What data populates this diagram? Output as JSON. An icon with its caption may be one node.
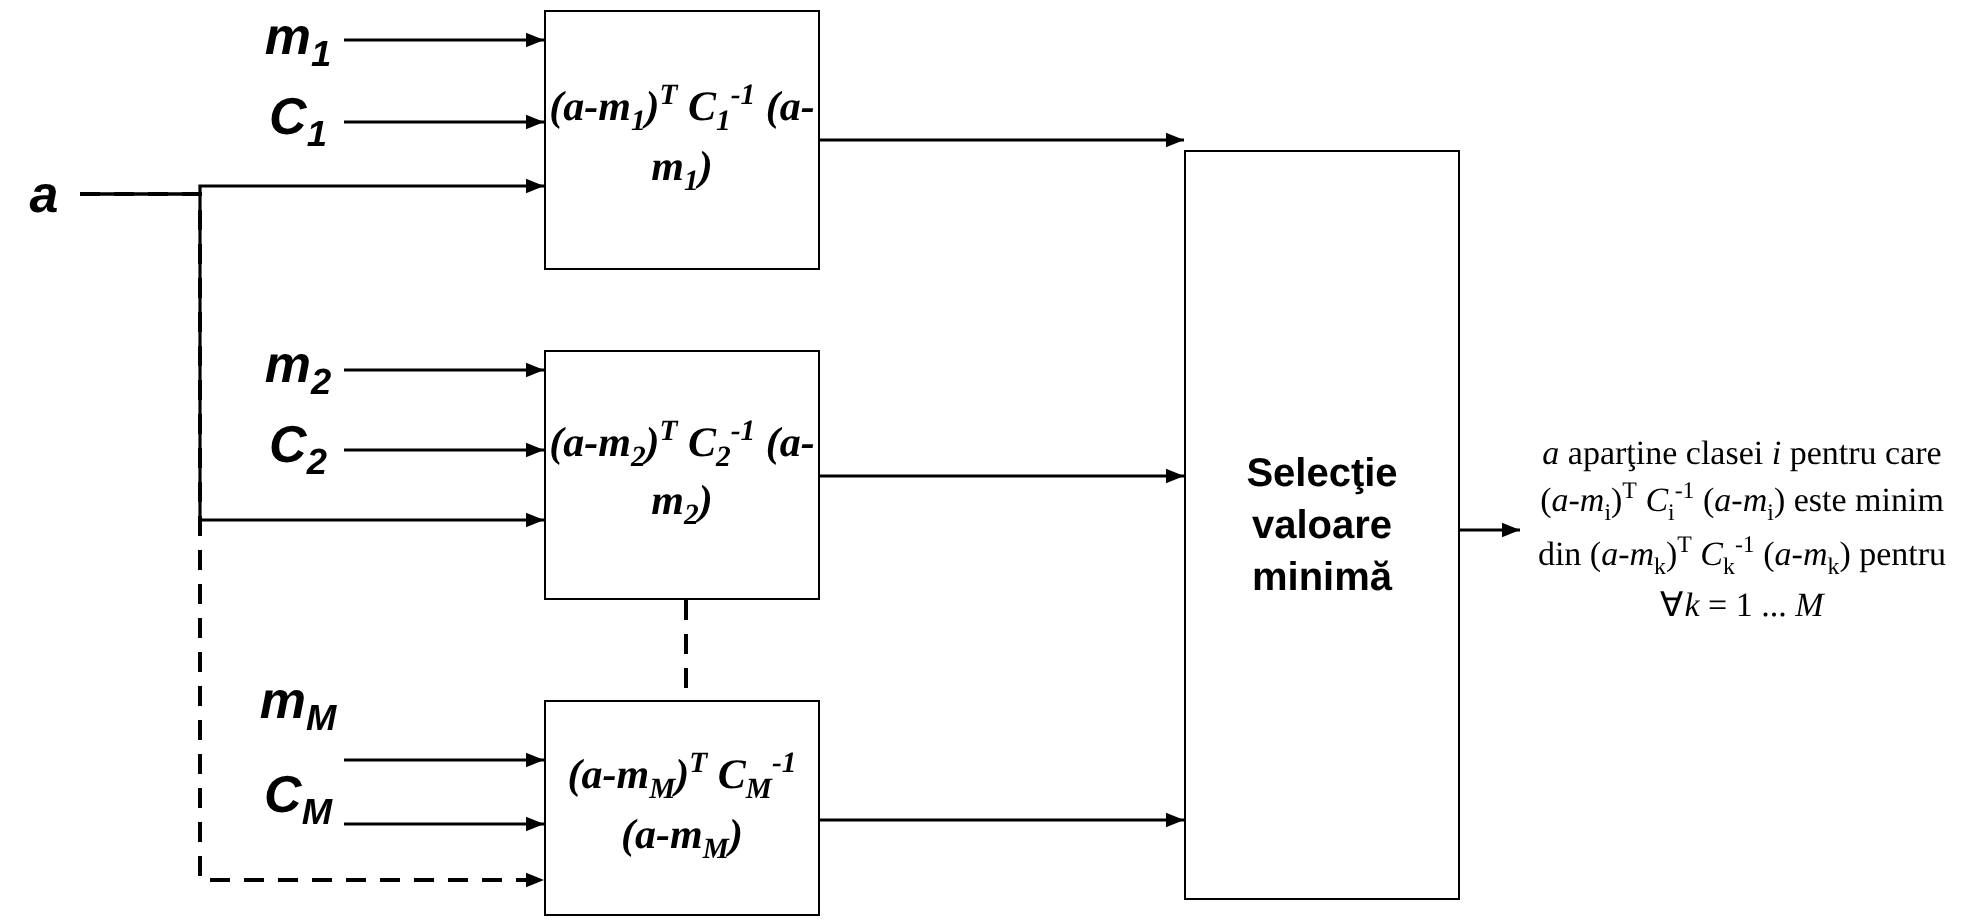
{
  "diagram": {
    "nodes": [
      {
        "text": [
          "m$_{1}$"
        ]
      },
      {
        "text": [
          "C$_{1}$"
        ]
      },
      {
        "text": [
          "a"
        ]
      },
      {
        "text": [
          "(a-m$_{1}$)$^{T}$ C$_{1}$$^{-1}$ (a-m$_{1}$)"
        ]
      },
      {
        "text": [
          "m$_{2}$"
        ]
      },
      {
        "text": [
          "C$_{2}$"
        ]
      },
      {
        "text": [
          "(a-m$_{2}$)$^{T}$ C$_{2}$$^{-1}$ (a-m$_{2}$)"
        ]
      },
      {
        "text": [
          "m$_{M}$"
        ]
      },
      {
        "text": [
          "C$_{M}$"
        ]
      },
      {
        "text": [
          "(a-m$_{M}$)$^{T}$ C$_{M}$$^{-1}$ (a-m$_{M}$)"
        ]
      },
      {
        "text": [
          "Selecţie valoare minimă"
        ]
      },
      {
        "text": [
          "*a* aparţine clasei *i* pentru care (*a*-*m*$_{i}$)$^{T}$ *C*$_{i}$$^{-1}$ (*a*-*m*$_{i}$) este minim din (*a*-*m*$_{k}$)$^{T}$ *C*$_{k}$$^{-1}$ (*a*-*m*$_{k}$) pentru ∀*k* = 1 ... *M*"
        ]
      }
    ],
    "edges": [
      {
        "from": 0,
        "to": 3,
        "arrow": "to"
      },
      {
        "from": 1,
        "to": 3,
        "arrow": "to"
      },
      {
        "from": 2,
        "to": 3,
        "arrow": "to"
      },
      {
        "from": 2,
        "to": 6,
        "arrow": "to"
      },
      {
        "from": 2,
        "to": 9,
        "arrow": "to",
        "style": "dashed"
      },
      {
        "from": 4,
        "to": 6,
        "arrow": "to"
      },
      {
        "from": 5,
        "to": 6,
        "arrow": "to"
      },
      {
        "from": 7,
        "to": 9,
        "arrow": "to"
      },
      {
        "from": 8,
        "to": 9,
        "arrow": "to"
      },
      {
        "from": 3,
        "to": 10,
        "arrow": "to"
      },
      {
        "from": 6,
        "to": 10,
        "arrow": "to"
      },
      {
        "from": 9,
        "to": 10,
        "arrow": "to"
      },
      {
        "from": 10,
        "to": 11,
        "arrow": "to"
      },
      {
        "from": 6,
        "to": 9,
        "arrow": "none",
        "style": "dashed"
      }
    ]
  }
}
